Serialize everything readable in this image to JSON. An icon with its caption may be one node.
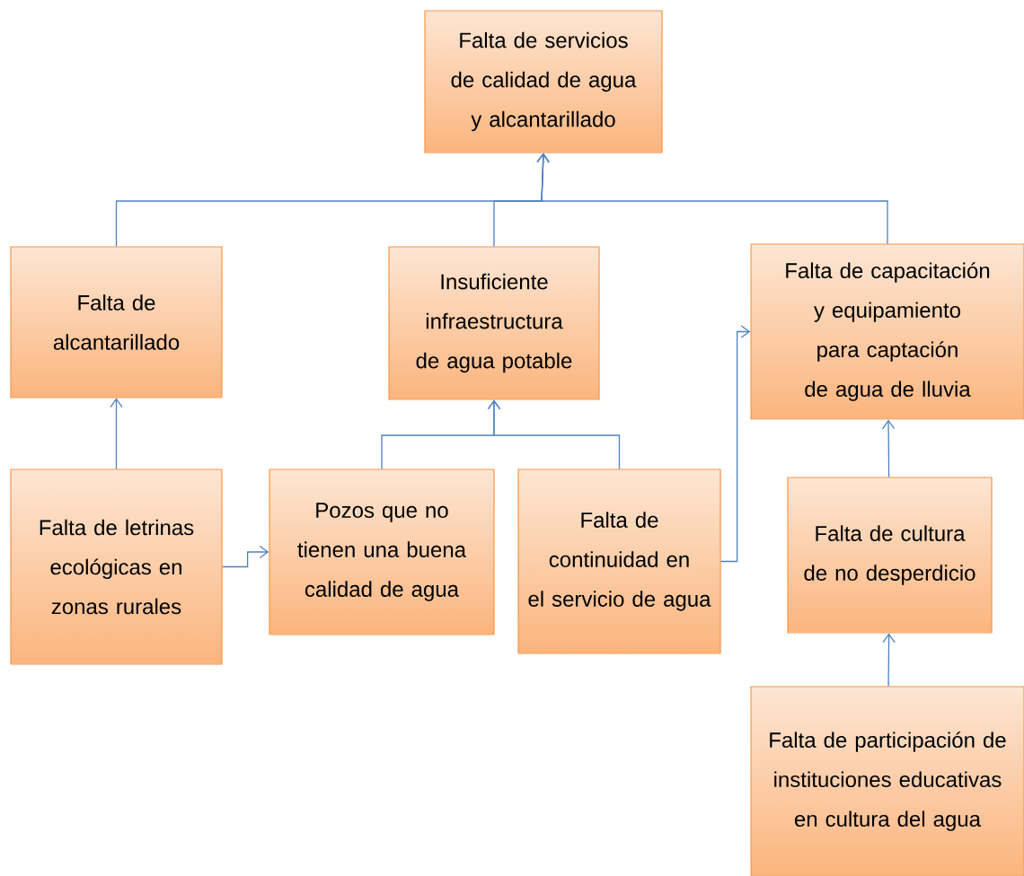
{
  "diagram": {
    "nodes": [
      {
        "text": [
          "Falta de servicios de calidad de agua y alcantarillado"
        ]
      },
      {
        "text": [
          "Falta de alcantarillado"
        ]
      },
      {
        "text": [
          "Insuficiente infraestructura de agua potable"
        ]
      },
      {
        "text": [
          "Falta de capacitación y equipamiento para captación de agua de lluvia"
        ]
      },
      {
        "text": [
          "Falta de letrinas ecológicas en zonas rurales"
        ]
      },
      {
        "text": [
          "Pozos que no tienen una buena calidad de agua"
        ]
      },
      {
        "text": [
          "Falta de continuidad en el servicio de agua"
        ]
      },
      {
        "text": [
          "Falta de cultura de no desperdicio"
        ]
      },
      {
        "text": [
          "Falta de participación de instituciones educativas en cultura del agua"
        ]
      }
    ],
    "edges": [
      {
        "from": 1,
        "to": 0,
        "arrow": "to"
      },
      {
        "from": 2,
        "to": 0,
        "arrow": "to"
      },
      {
        "from": 3,
        "to": 0,
        "arrow": "to"
      },
      {
        "from": 4,
        "to": 1,
        "arrow": "to"
      },
      {
        "from": 4,
        "to": 5,
        "arrow": "to"
      },
      {
        "from": 5,
        "to": 2,
        "arrow": "to"
      },
      {
        "from": 6,
        "to": 2,
        "arrow": "to"
      },
      {
        "from": 6,
        "to": 3,
        "arrow": "to"
      },
      {
        "from": 7,
        "to": 3,
        "arrow": "to"
      },
      {
        "from": 8,
        "to": 7,
        "arrow": "to"
      }
    ]
  }
}
